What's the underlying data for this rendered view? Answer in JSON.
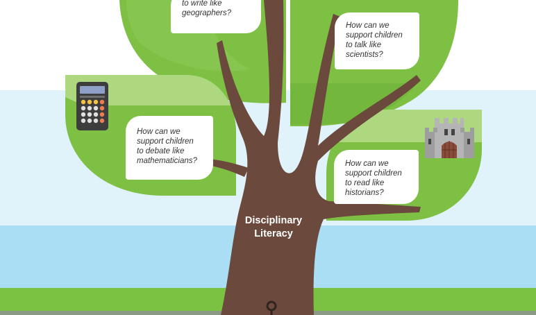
{
  "center_label": [
    "Disciplinary",
    "Literacy"
  ],
  "branches": [
    {
      "id": "geographers",
      "icon": "",
      "lines": [
        "to write like",
        "geographers?"
      ]
    },
    {
      "id": "scientists",
      "icon": "",
      "lines": [
        "How can we",
        "support children",
        "to talk like",
        "scientists?"
      ]
    },
    {
      "id": "mathematicians",
      "icon": "calculator-icon",
      "lines": [
        "How can we",
        "support children",
        "to debate like",
        "mathematicians?"
      ]
    },
    {
      "id": "historians",
      "icon": "castle-icon",
      "lines": [
        "How can we",
        "support children",
        "to read like",
        "historians?"
      ]
    }
  ],
  "colors": {
    "sky": "#e0f3fb",
    "water": "#a9def5",
    "grass": "#7cc242",
    "leaf": "#7dc043",
    "leaf_light": "#add880",
    "leaf_shadow": "#6aaf36",
    "trunk": "#6b4a3d",
    "callout": "#ffffff"
  }
}
